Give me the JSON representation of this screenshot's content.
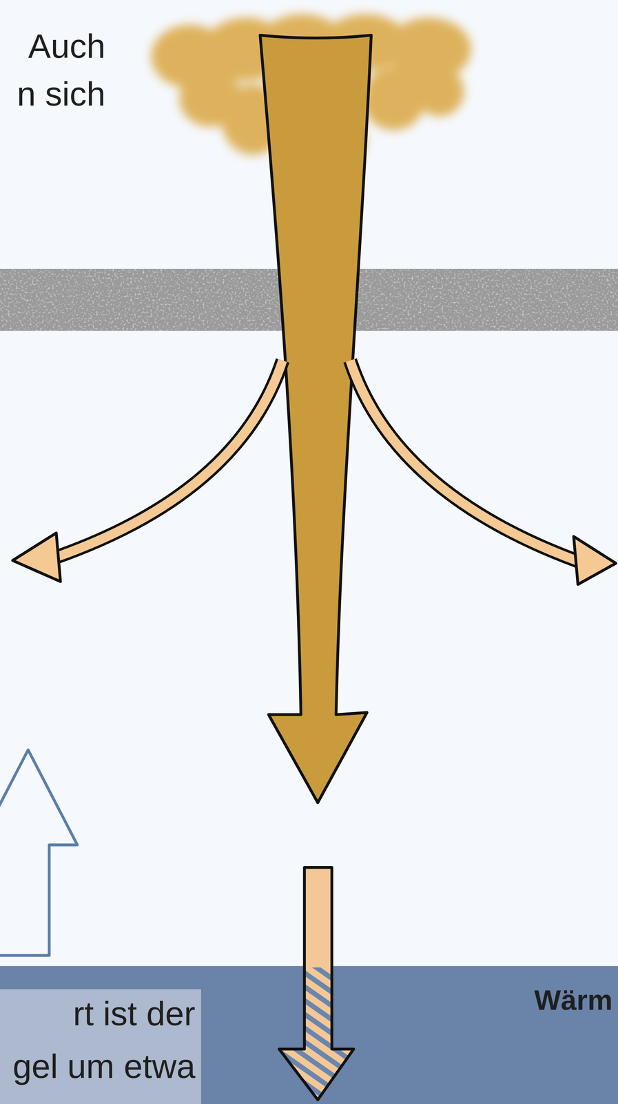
{
  "diagram": {
    "labels": [
      "Auch",
      "n sich",
      "rt ist der",
      "gel um etwa",
      "Wärm"
    ]
  }
}
